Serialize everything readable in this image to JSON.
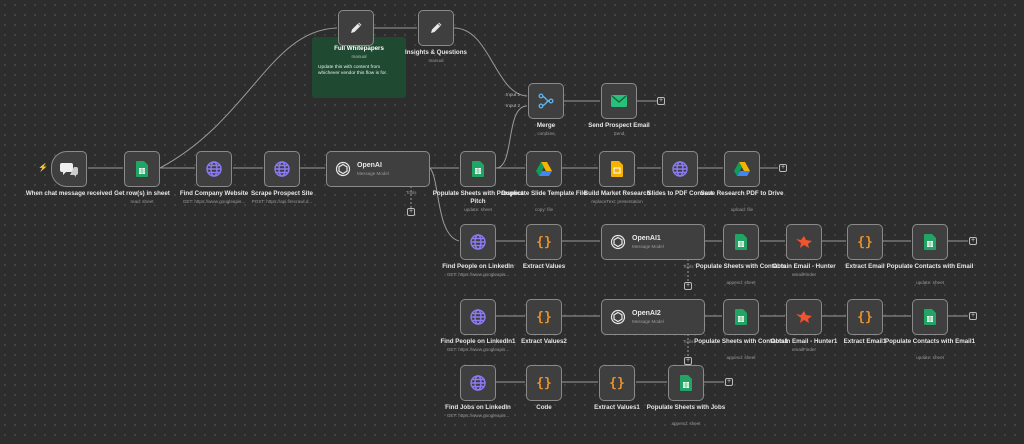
{
  "nodes": {
    "chat_trigger": {
      "title": "When chat message received"
    },
    "get_rows": {
      "title": "Get row(s) in sheet",
      "sub": "read: sheet"
    },
    "find_company": {
      "title": "Find Company Website",
      "sub": "GET: https://www.googleapis..."
    },
    "scrape_prospect": {
      "title": "Scrape Prospect Site",
      "sub": "POST: https://api.firecrawl.d..."
    },
    "openai": {
      "title": "OpenAI",
      "sub": "Message Model"
    },
    "full_whitepapers": {
      "title": "Full Whitepapers",
      "sub": "manual"
    },
    "insights": {
      "title": "Insights & Questions",
      "sub": "manual"
    },
    "merge": {
      "title": "Merge",
      "sub": "combine"
    },
    "send_email": {
      "title": "Send Prospect Email",
      "sub": "Send"
    },
    "populate_pitch": {
      "title": "Populate Sheets with Prospect Pitch",
      "sub": "update: sheet"
    },
    "duplicate_slide": {
      "title": "Duplicate Slide Template File",
      "sub": "copy: file"
    },
    "build_research": {
      "title": "Build Market Research",
      "sub": "replaceText: presentation"
    },
    "slides_pdf": {
      "title": "Slides to PDF Convert",
      "sub": ""
    },
    "save_pdf": {
      "title": "Save Research PDF to Drive",
      "sub": "upload: file"
    },
    "find_linkedin": {
      "title": "Find People on LinkedIn",
      "sub": "GET: https://www.googleapis..."
    },
    "extract_values": {
      "title": "Extract Values",
      "sub": ""
    },
    "openai1": {
      "title": "OpenAI1",
      "sub": "Message Model"
    },
    "populate_contacts": {
      "title": "Populate Sheets with Contacts",
      "sub": "append: sheet"
    },
    "hunter": {
      "title": "Obtain Email - Hunter",
      "sub": "emailFinder"
    },
    "extract_email": {
      "title": "Extract Email",
      "sub": ""
    },
    "populate_email": {
      "title": "Populate Contacts with Email",
      "sub": "update: sheet"
    },
    "find_linkedin1": {
      "title": "Find People on LinkedIn1",
      "sub": "GET: https://www.googleapis..."
    },
    "extract_values2": {
      "title": "Extract Values2",
      "sub": ""
    },
    "openai2": {
      "title": "OpenAI2",
      "sub": "Message Model"
    },
    "populate_contacts1": {
      "title": "Populate Sheets with Contacts1",
      "sub": "append: sheet"
    },
    "hunter1": {
      "title": "Obtain Email - Hunter1",
      "sub": "emailFinder"
    },
    "extract_email1": {
      "title": "Extract Email1",
      "sub": ""
    },
    "populate_email1": {
      "title": "Populate Contacts with Email1",
      "sub": "update: sheet"
    },
    "find_jobs": {
      "title": "Find Jobs on LinkedIn",
      "sub": "GET: https://www.googleapis..."
    },
    "code": {
      "title": "Code",
      "sub": ""
    },
    "extract_values1": {
      "title": "Extract Values1",
      "sub": ""
    },
    "populate_jobs": {
      "title": "Populate Sheets with Jobs",
      "sub": "append: sheet"
    }
  },
  "note": {
    "title": "Full Whitepapers",
    "sub": "manual",
    "body": "Update this with content from whichever vendor this flow is for."
  },
  "merge_inputs": [
    "Input 1",
    "Input 2"
  ],
  "tools_label": "Tools",
  "colors": {
    "canvas": "#2d2d2d",
    "node": "#3f3f3f",
    "note": "#1f4a31",
    "sheets": "#21a464",
    "globe": "#8b7cf6",
    "braces": "#e8922c",
    "hunter": "#f0532d",
    "merge": "#5ab0e8",
    "gmail": "#27c07a"
  }
}
